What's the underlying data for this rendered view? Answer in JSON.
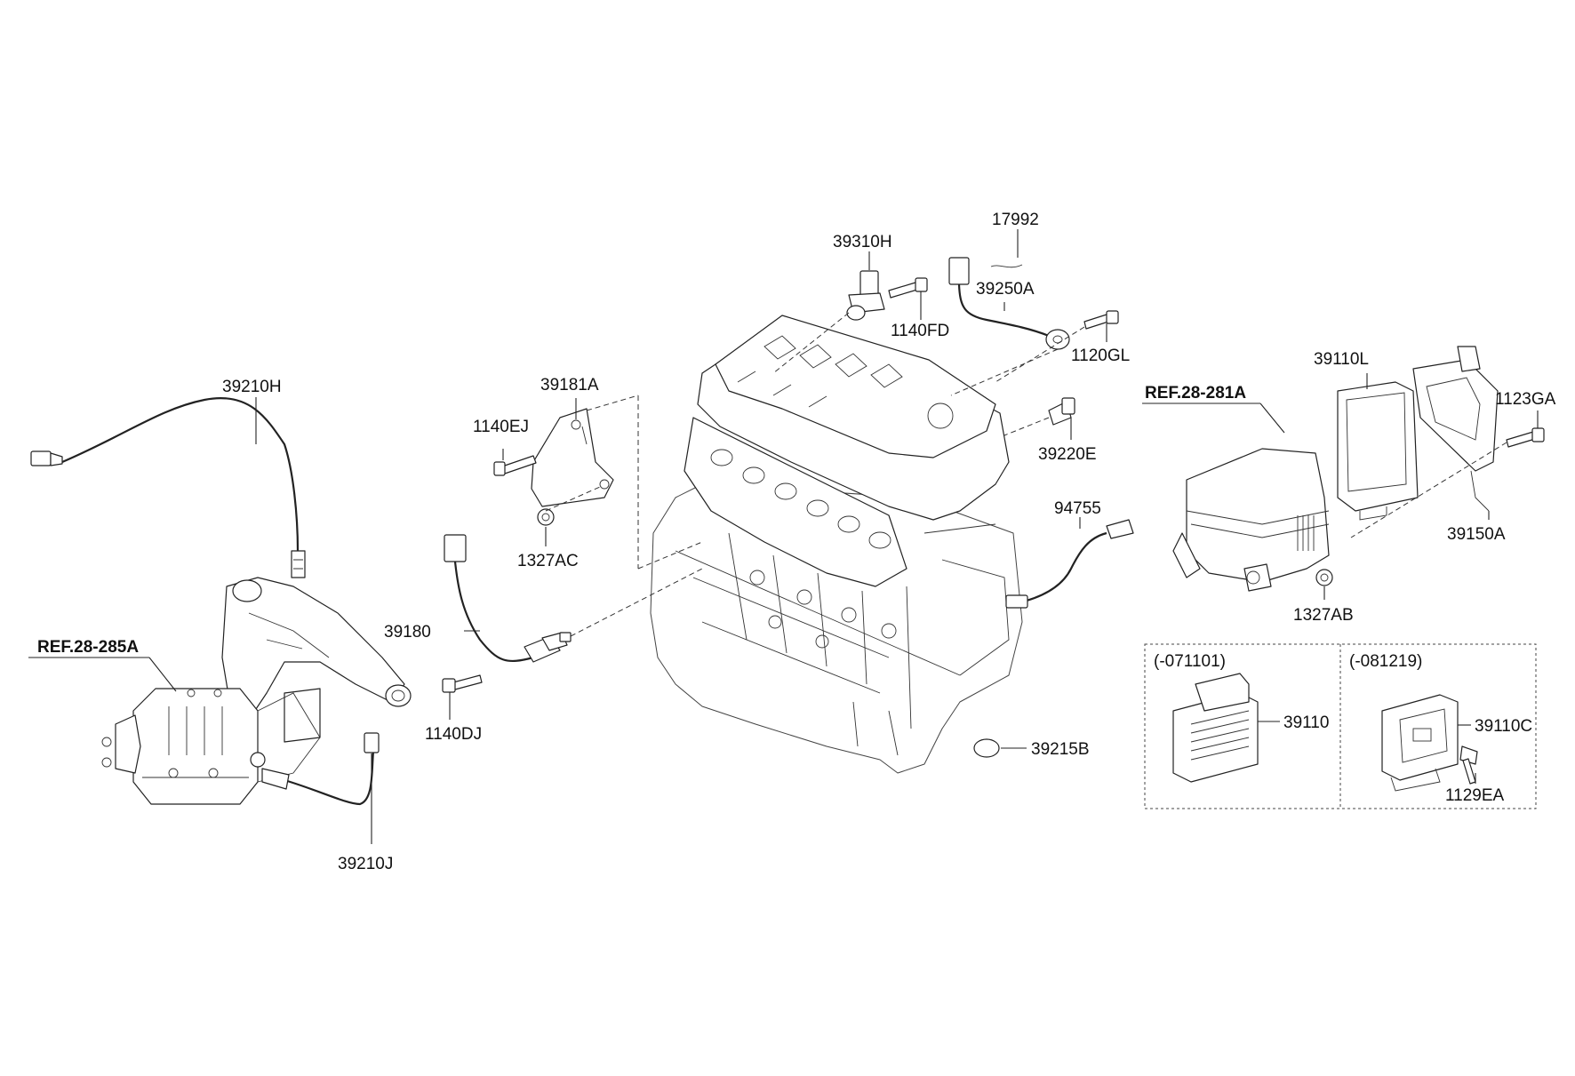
{
  "references": {
    "ref_28_285A": "REF.28-285A",
    "ref_28_281A": "REF.28-281A"
  },
  "part_labels": {
    "p39210H": "39210H",
    "p39210J": "39210J",
    "p39181A": "39181A",
    "p1140EJ": "1140EJ",
    "p1327AC": "1327AC",
    "p39180": "39180",
    "p1140DJ": "1140DJ",
    "p39310H": "39310H",
    "p17992": "17992",
    "p39250A": "39250A",
    "p1140FD": "1140FD",
    "p1120GL": "1120GL",
    "p39220E": "39220E",
    "p94755": "94755",
    "p39215B": "39215B",
    "p39110L": "39110L",
    "p1123GA": "1123GA",
    "p39150A": "39150A",
    "p1327AB": "1327AB",
    "p39110": "39110",
    "p39110C": "39110C",
    "p1129EA": "1129EA"
  },
  "variants": {
    "left": "(-071101)",
    "right": "(-081219)"
  }
}
